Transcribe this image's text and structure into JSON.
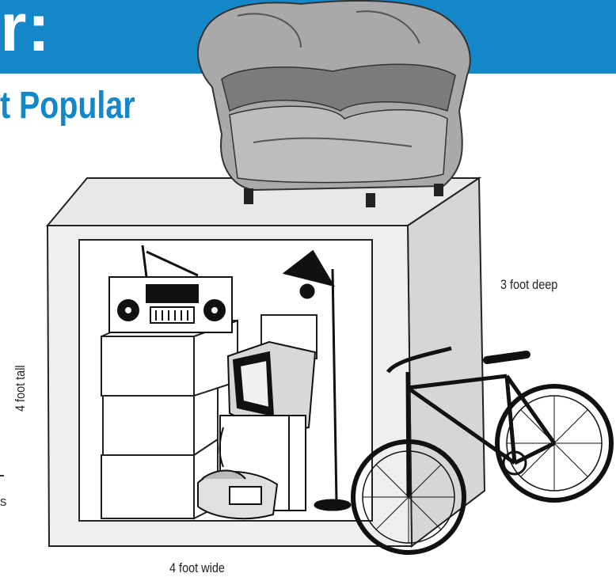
{
  "header": {
    "title_fragment": "r:",
    "subtitle_fragment": "t Popular",
    "accent_color": "#1387c7"
  },
  "illustration": {
    "items": [
      "armchair-icon",
      "boombox-icon",
      "floor-lamp-icon",
      "tv-icon",
      "boxes-icon",
      "telephone-icon",
      "bicycle-icon",
      "storage-cube-icon"
    ]
  },
  "dimensions": {
    "tall": "4 foot tall",
    "deep": "3 foot deep",
    "wide": "4 foot wide"
  },
  "edge_text": {
    "s": "s"
  }
}
